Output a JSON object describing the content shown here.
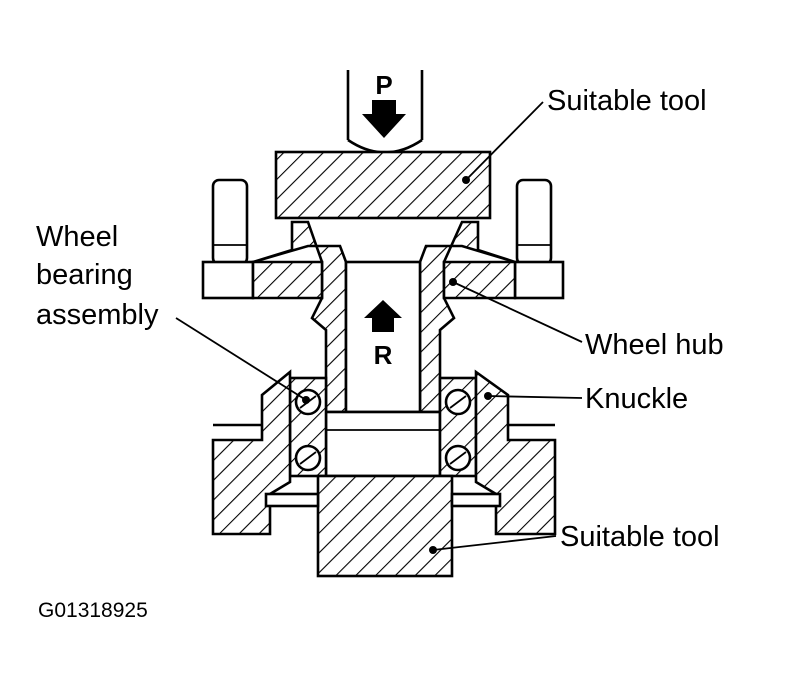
{
  "labels": {
    "press_force": "P",
    "reaction_force": "R",
    "suitable_tool_top": "Suitable tool",
    "wheel_bearing_line1": "Wheel",
    "wheel_bearing_line2": "bearing",
    "wheel_bearing_line3": "assembly",
    "wheel_hub": "Wheel hub",
    "knuckle": "Knuckle",
    "suitable_tool_bottom": "Suitable tool",
    "figure_code": "G01318925"
  },
  "colors": {
    "ink": "#000000",
    "paper": "#ffffff"
  }
}
